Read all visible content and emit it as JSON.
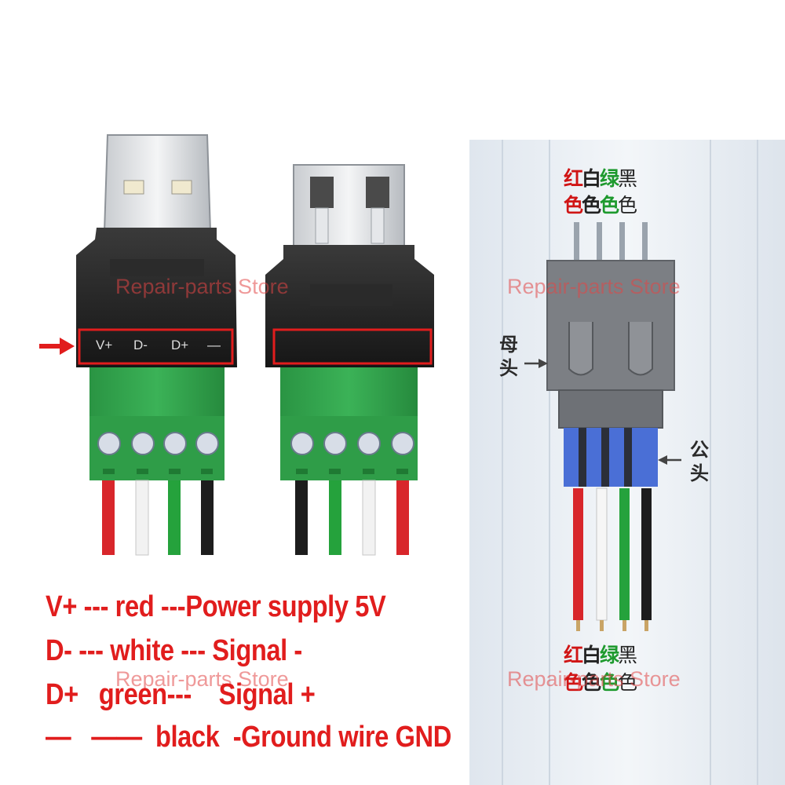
{
  "legend": {
    "line1": "V+ --- red ---Power supply 5V",
    "line2": "D- --- white --- Signal -",
    "line3": "D+   green---    Signal +",
    "line4": "—   ——  black  -Ground wire GND"
  },
  "watermark": {
    "text": "Repair-parts Store"
  },
  "male_terminal_labels": [
    "V+",
    "D-",
    "D+",
    "—"
  ],
  "diagram": {
    "top_row1": [
      "红",
      "白",
      "绿",
      "黑"
    ],
    "top_row2": [
      "色",
      "色",
      "色",
      "色"
    ],
    "bottom_row1": [
      "红",
      "白",
      "绿",
      "黑"
    ],
    "bottom_row2": [
      "色",
      "色",
      "色",
      "色"
    ],
    "female_label": [
      "母",
      "头"
    ],
    "male_label": [
      "公",
      "头"
    ]
  },
  "colors": {
    "red_wire": "#d8262b",
    "white_wire": "#f2f2f2",
    "green_wire": "#25a23c",
    "black_wire": "#1d1d1d",
    "terminal_green": "#2e9e48",
    "highlight_red": "#e11d1d",
    "char_red": "#d01515",
    "char_green": "#1e9a2e",
    "char_dark": "#222222"
  }
}
